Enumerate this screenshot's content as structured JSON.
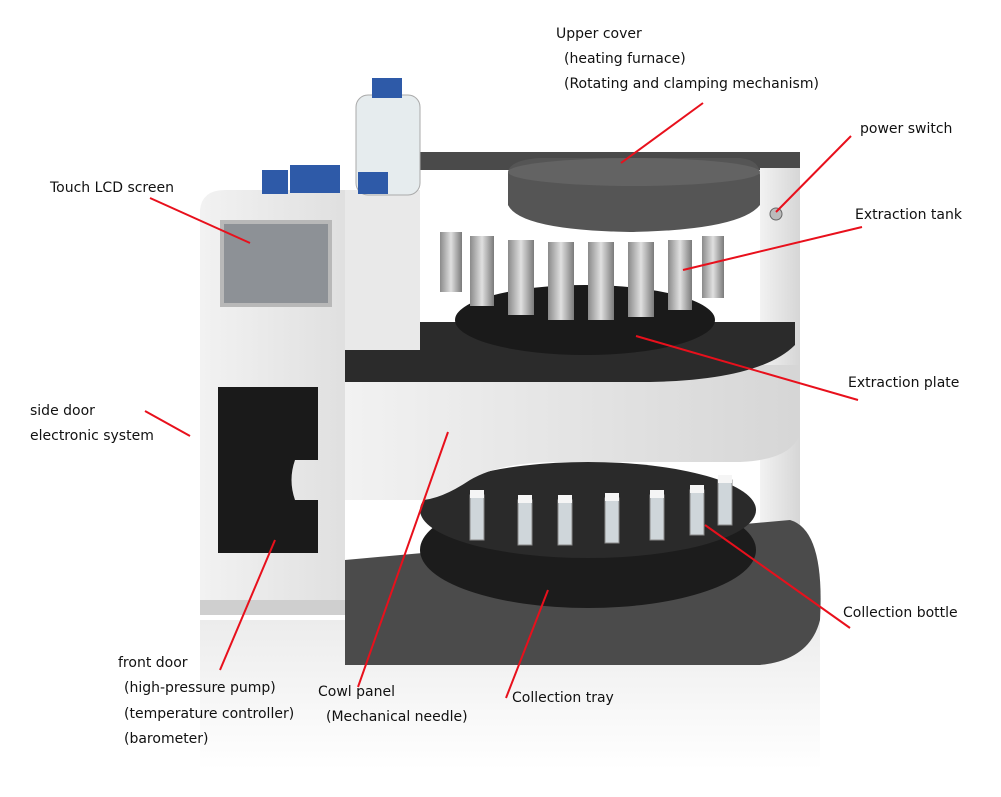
{
  "colors": {
    "leader": "#e8101c",
    "body": "#e6e6e6",
    "dark": "#3a3a3a"
  },
  "labels": {
    "upper_cover": {
      "title": "Upper cover",
      "sub1": "(heating furnace)",
      "sub2": "(Rotating and clamping mechanism)"
    },
    "power_switch": {
      "title": "power switch"
    },
    "touch_lcd": {
      "title": "Touch LCD screen"
    },
    "extraction_tank": {
      "title": "Extraction tank"
    },
    "extraction_plate": {
      "title": "Extraction plate"
    },
    "side_door": {
      "title": "side door",
      "sub1": "electronic system"
    },
    "collection_bottle": {
      "title": "Collection bottle"
    },
    "front_door": {
      "title": "front door",
      "sub1": "(high-pressure pump)",
      "sub2": "(temperature controller)",
      "sub3": "(barometer)"
    },
    "cowl_panel": {
      "title": "Cowl panel",
      "sub1": "(Mechanical needle)"
    },
    "collection_tray": {
      "title": "Collection tray"
    }
  }
}
